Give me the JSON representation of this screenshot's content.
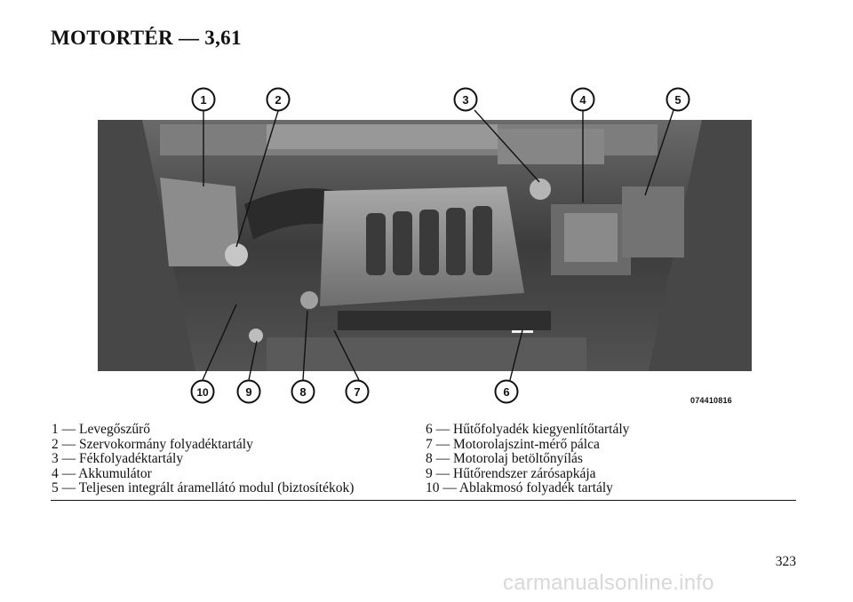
{
  "title": "MOTORTÉR — 3,61",
  "figure_code": "074410816",
  "callouts": [
    "1",
    "2",
    "3",
    "4",
    "5",
    "6",
    "7",
    "8",
    "9",
    "10"
  ],
  "legend_left": [
    "1 — Levegőszűrő",
    "2 — Szervokormány folyadéktartály",
    "3 — Fékfolyadéktartály",
    "4 — Akkumulátor",
    "5 — Teljesen integrált áramellátó modul (biztosítékok)"
  ],
  "legend_right": [
    "6 — Hűtőfolyadék kiegyenlítőtartály",
    "7 — Motorolajszint-mérő pálca",
    "8 — Motorolaj betöltőnyílás",
    "9 — Hűtőrendszer zárósapkája",
    "10 — Ablakmosó folyadék tartály"
  ],
  "page_number": "323",
  "watermark": "carmanualsonline.info"
}
